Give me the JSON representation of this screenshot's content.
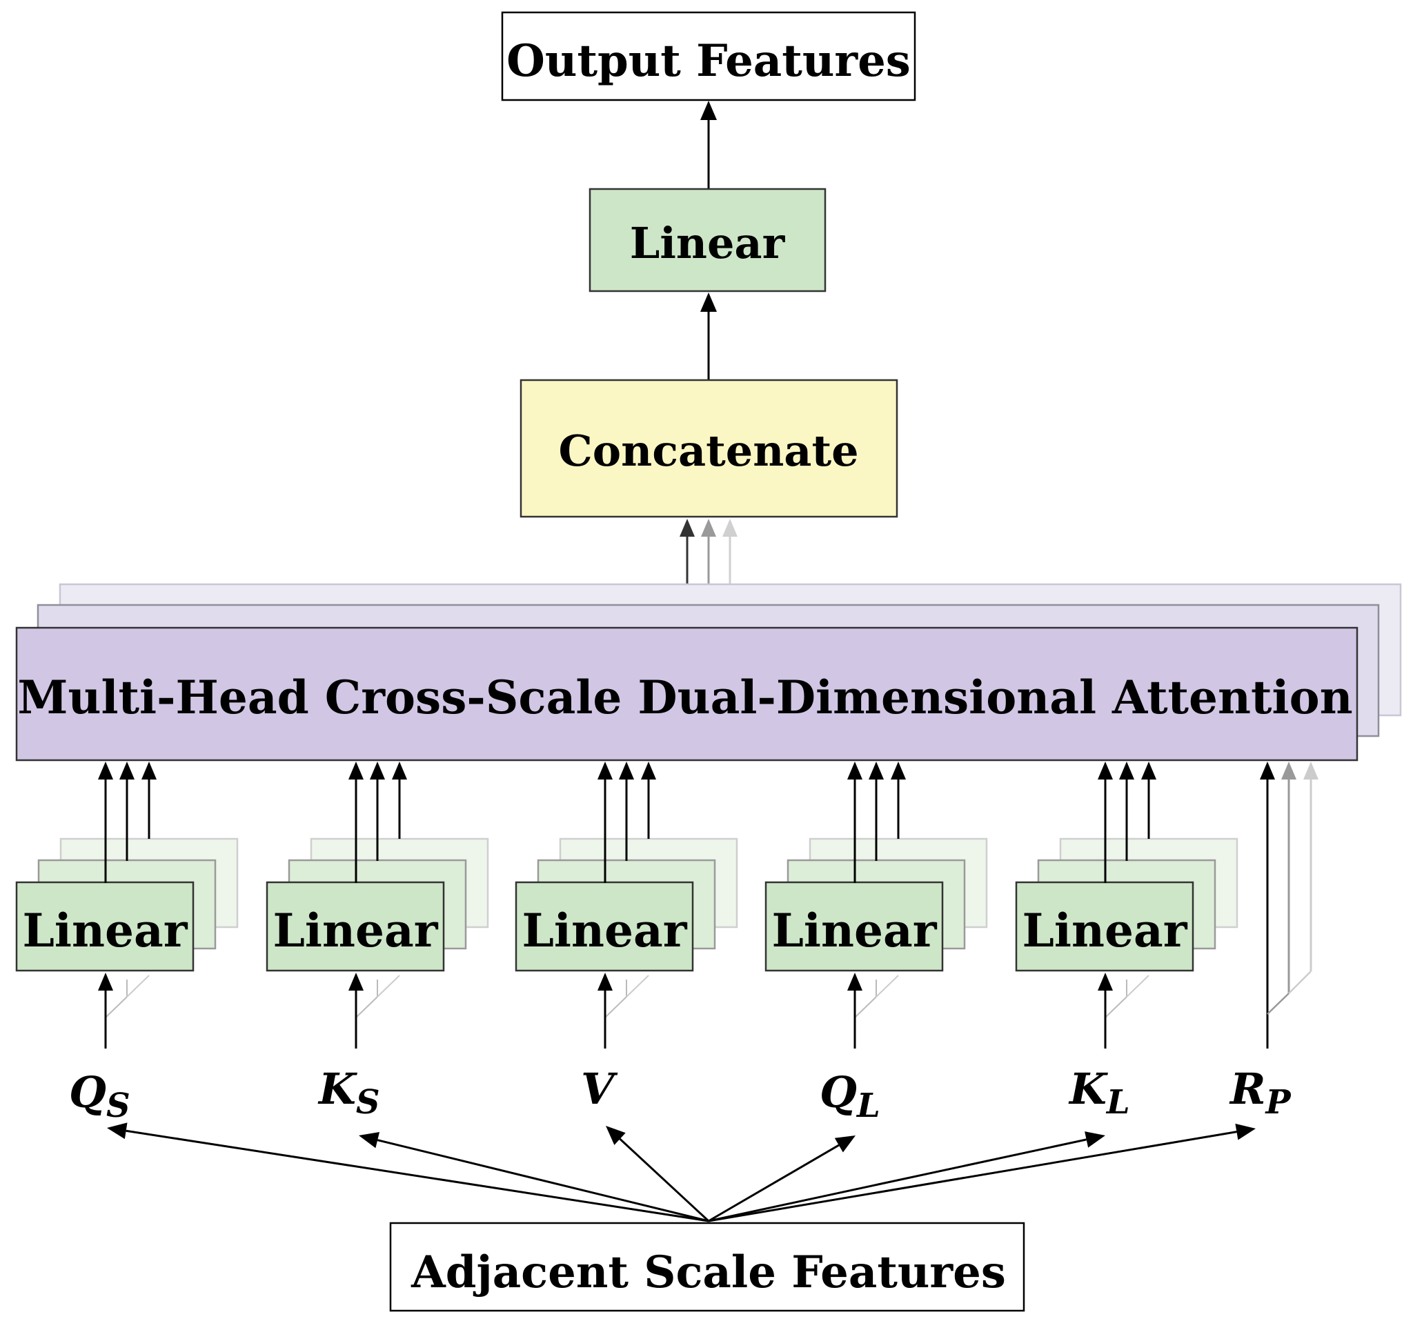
{
  "diagram": {
    "output_label": "Output Features",
    "top_linear_label": "Linear",
    "concat_label": "Concatenate",
    "attention_label": "Multi-Head Cross-Scale Dual-Dimensional Attention",
    "input_label": "Adjacent Scale Features",
    "linear_label": "Linear",
    "inputs": [
      {
        "base": "Q",
        "sub": "S"
      },
      {
        "base": "K",
        "sub": "S"
      },
      {
        "base": "V",
        "sub": ""
      },
      {
        "base": "Q",
        "sub": "L"
      },
      {
        "base": "K",
        "sub": "L"
      },
      {
        "base": "R",
        "sub": "P"
      }
    ]
  },
  "colors": {
    "linear_fill": "#cde6c8",
    "linear_stroke": "#333333",
    "concat_fill": "#fbf7c4",
    "attention_fill": "#d1c6e4",
    "arrow": "#000000"
  }
}
